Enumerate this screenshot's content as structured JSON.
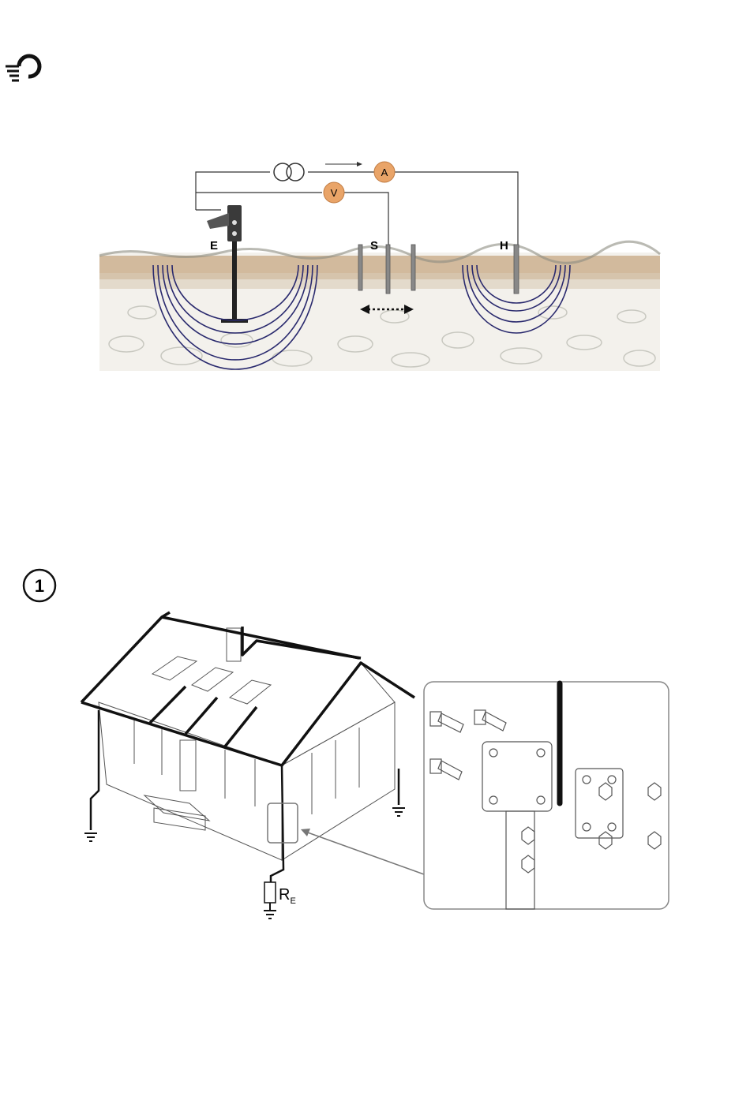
{
  "header": {
    "icon": "earth-clamp-icon"
  },
  "diagram1": {
    "labels": {
      "e": "E",
      "s": "S",
      "h": "H",
      "voltmeter": "V",
      "ammeter": "A"
    },
    "colors": {
      "meter": "#e9a468",
      "field_lines": "#2a2a6e",
      "soil": "#b79a76"
    }
  },
  "section": {
    "number": "1"
  },
  "diagram2": {
    "resistor_label": "R",
    "resistor_subscript": "E",
    "colors": {
      "line": "#111111",
      "detail_frame": "#888888"
    }
  }
}
